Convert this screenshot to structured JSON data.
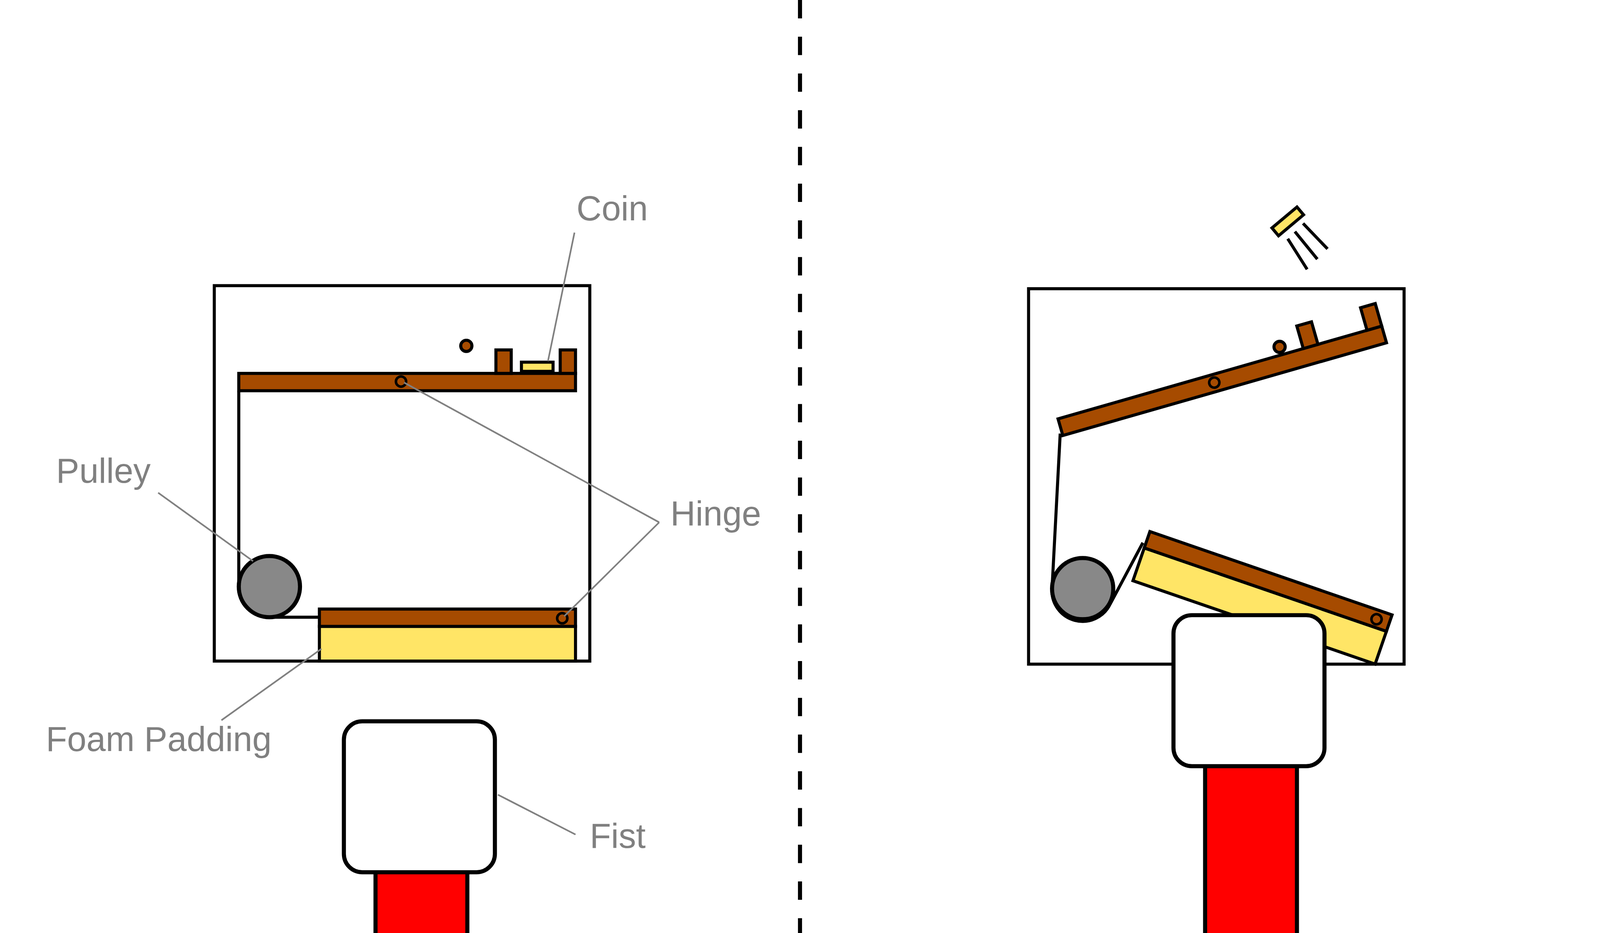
{
  "diagram": {
    "labels": [
      "Coin",
      "Pulley",
      "Hinge",
      "Foam Padding",
      "Fist"
    ]
  }
}
